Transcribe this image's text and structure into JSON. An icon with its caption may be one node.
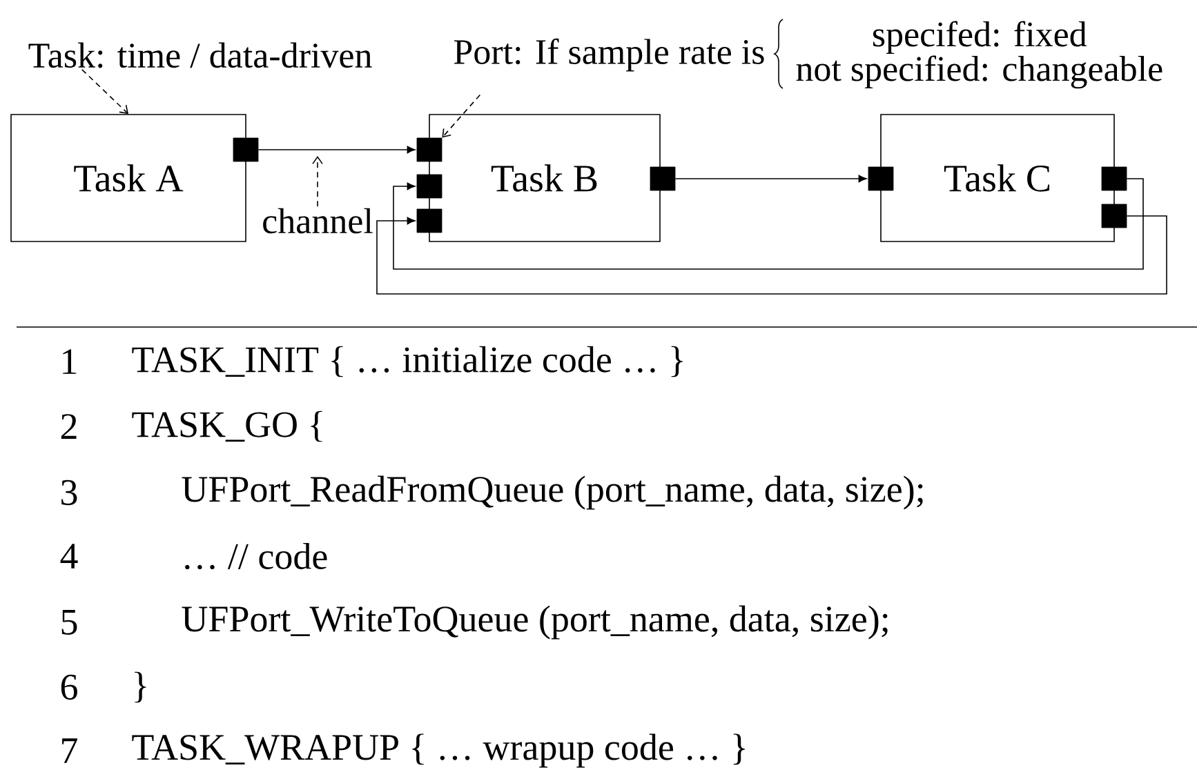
{
  "diagram": {
    "nodes": [
      {
        "text": [
          "Task A"
        ]
      },
      {
        "text": [
          "Task B"
        ]
      },
      {
        "text": [
          "Task C"
        ]
      },
      {
        "text": [],
        "shape": "box"
      },
      {
        "text": [],
        "shape": "box"
      },
      {
        "text": [],
        "shape": "box"
      },
      {
        "text": [],
        "shape": "box"
      },
      {
        "text": [],
        "shape": "box"
      },
      {
        "text": [],
        "shape": "box"
      },
      {
        "text": [],
        "shape": "box"
      },
      {
        "text": [],
        "shape": "box"
      },
      {
        "text": [
          "Task: time / data-driven"
        ]
      },
      {
        "text": [
          "Port: If sample rate is",
          "specifed: fixed",
          "not specified: changeable"
        ]
      },
      {
        "text": [
          "channel"
        ]
      }
    ],
    "edges": [
      {
        "from": 3,
        "to": 4,
        "arrow": "to"
      },
      {
        "from": 7,
        "to": 8,
        "arrow": "to"
      },
      {
        "from": 9,
        "to": 5,
        "arrow": "to"
      },
      {
        "from": 10,
        "to": 6,
        "arrow": "to"
      },
      {
        "from": 11,
        "to": 0,
        "arrow": "to",
        "style": "dashed"
      },
      {
        "from": 12,
        "to": 4,
        "arrow": "to",
        "style": "dashed"
      },
      {
        "from": 13,
        "to": null,
        "arrow": "to",
        "style": "dashed"
      }
    ],
    "labels": [
      "1",
      "TASK_INIT { … initialize code … }",
      "2",
      "TASK_GO {",
      "3",
      "UFPort_ReadFromQueue (port_name, data, size);",
      "4",
      "… // code",
      "5",
      "UFPort_WriteToQueue (port_name, data, size);",
      "6",
      "}",
      "7",
      "TASK_WRAPUP { … wrapup code … }"
    ]
  }
}
